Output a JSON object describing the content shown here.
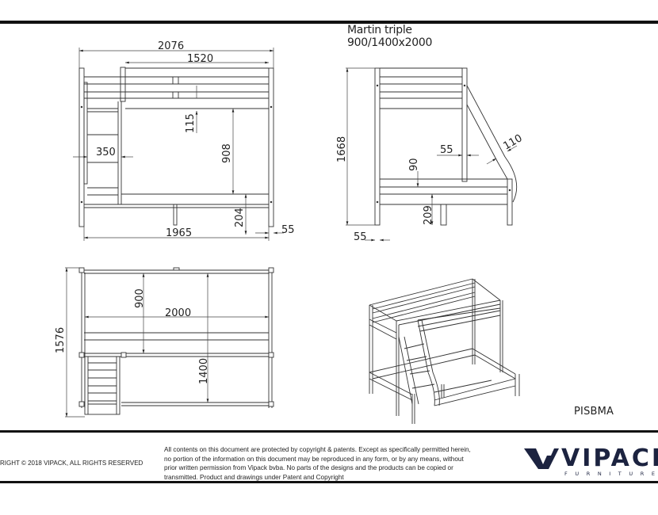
{
  "document": {
    "title_line1": "Martin triple",
    "title_line2": "900/1400x2000",
    "product_code": "PISBMA"
  },
  "front_view": {
    "dimensions": {
      "overall_width": "2076",
      "top_bed_width": "1520",
      "guard_gap": "115",
      "bunk_clearance": "908",
      "ladder_width": "350",
      "bottom_height": "204",
      "base_length": "1965",
      "post": "55"
    }
  },
  "side_view": {
    "dimensions": {
      "overall_height": "1668",
      "post_width_left": "55",
      "post_width_right": "55",
      "ladder_depth": "110",
      "rail_height": "90",
      "floor_clearance": "209"
    }
  },
  "top_view": {
    "dimensions": {
      "overall_depth": "1576",
      "upper_bed_width": "900",
      "bed_length": "2000",
      "lower_bed_width": "1400"
    }
  },
  "isometric_view": {
    "label": "3D view of triple bunk bed"
  },
  "footer": {
    "copyright": "RIGHT  © 2018 VIPACK, ALL RIGHTS RESERVED",
    "legal_lines": [
      "All contents on this document are protected by copyright & patents. Except as specifically permitted herein,",
      "no portion of the information on this document may be reproduced in any form, or by any means, without",
      "prior written permission from Vipack bvba. No parts of the designs and the products can be copied or",
      "transmitted. Product and drawings under Patent and Copyright"
    ],
    "logo": {
      "word": "VIPACK",
      "sub": "FURNITURE",
      "color": "#1c2340"
    }
  }
}
